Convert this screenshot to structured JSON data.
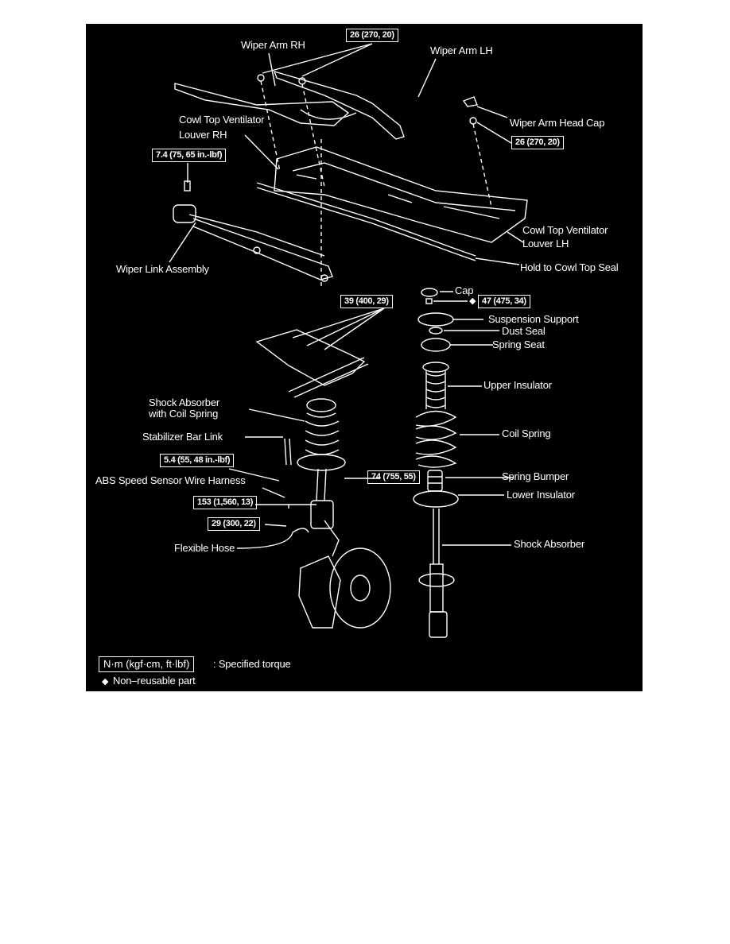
{
  "parts": {
    "wiper_arm_rh": "Wiper Arm RH",
    "wiper_arm_lh": "Wiper Arm LH",
    "wiper_arm_head_cap": "Wiper Arm Head Cap",
    "cowl_rh_line1": "Cowl Top Ventilator",
    "cowl_rh_line2": "Louver RH",
    "cowl_lh_line1": "Cowl Top Ventilator",
    "cowl_lh_line2": "Louver LH",
    "hold_seal": "Hold to Cowl Top Seal",
    "wiper_link": "Wiper Link Assembly",
    "cap": "Cap",
    "suspension_support": "Suspension Support",
    "dust_seal": "Dust Seal",
    "spring_seat": "Spring Seat",
    "shock_coil_line1": "Shock Absorber",
    "shock_coil_line2": "with Coil Spring",
    "upper_insulator": "Upper Insulator",
    "coil_spring": "Coil Spring",
    "stabilizer_link": "Stabilizer Bar Link",
    "abs_harness": "ABS Speed Sensor Wire Harness",
    "spring_bumper": "Spring Bumper",
    "lower_insulator": "Lower Insulator",
    "flexible_hose": "Flexible Hose",
    "shock_absorber": "Shock Absorber"
  },
  "torques": {
    "wiper_arm_nuts": "26 (270, 20)",
    "head_cap_nut": "26 (270, 20)",
    "wiper_link_bolt": "7.4 (75, 65 in.-lbf)",
    "support_nuts": "39 (400, 29)",
    "support_center_nut": "47 (475, 34)",
    "stabilizer_nut": "5.4 (55, 48 in.-lbf)",
    "harness_bolt": "74 (755, 55)",
    "knuckle_bolts": "153 (1,560, 13)",
    "hose_bolt": "29 (300, 22)"
  },
  "legend": {
    "unit_box": "N·m (kgf·cm, ft·lbf)",
    "torque_text": ": Specified torque",
    "nonreusable_symbol": "◆",
    "nonreusable_text": "Non–reusable part"
  },
  "colors": {
    "background": "#000000",
    "line": "#ffffff"
  }
}
